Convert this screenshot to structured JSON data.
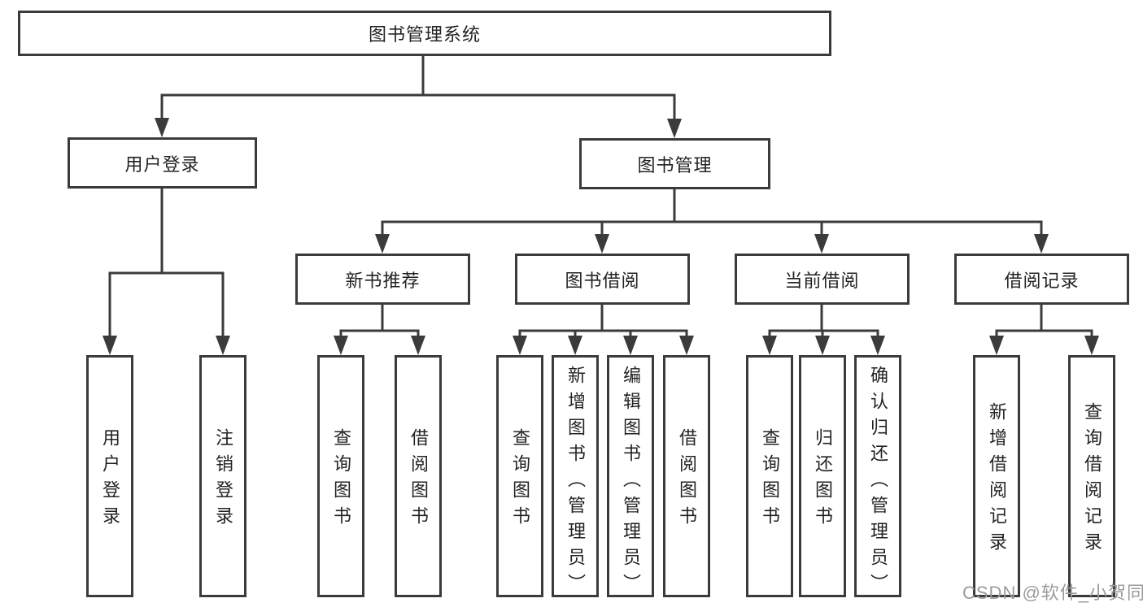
{
  "diagram": {
    "tree": {
      "root": {
        "label": "图书管理系统",
        "children": [
          {
            "label": "用户登录",
            "children": [
              {
                "label": "用户登录"
              },
              {
                "label": "注销登录"
              }
            ]
          },
          {
            "label": "图书管理",
            "children": [
              {
                "label": "新书推荐",
                "children": [
                  {
                    "label": "查询图书"
                  },
                  {
                    "label": "借阅图书"
                  }
                ]
              },
              {
                "label": "图书借阅",
                "children": [
                  {
                    "label": "查询图书"
                  },
                  {
                    "label": "新增图书（管理员）"
                  },
                  {
                    "label": "编辑图书（管理员）"
                  },
                  {
                    "label": "借阅图书"
                  }
                ]
              },
              {
                "label": "当前借阅",
                "children": [
                  {
                    "label": "查询图书"
                  },
                  {
                    "label": "归还图书"
                  },
                  {
                    "label": "确认归还（管理员）"
                  }
                ]
              },
              {
                "label": "借阅记录",
                "children": [
                  {
                    "label": "新增借阅记录"
                  },
                  {
                    "label": "查询借阅记录"
                  }
                ]
              }
            ]
          }
        ]
      }
    },
    "colors": {
      "line": "#3b3b3b",
      "text": "#232323",
      "background": "#ffffff",
      "watermark": "#9b9b9b"
    }
  },
  "watermark": {
    "text": "CSDN @软件_小贺同学"
  }
}
